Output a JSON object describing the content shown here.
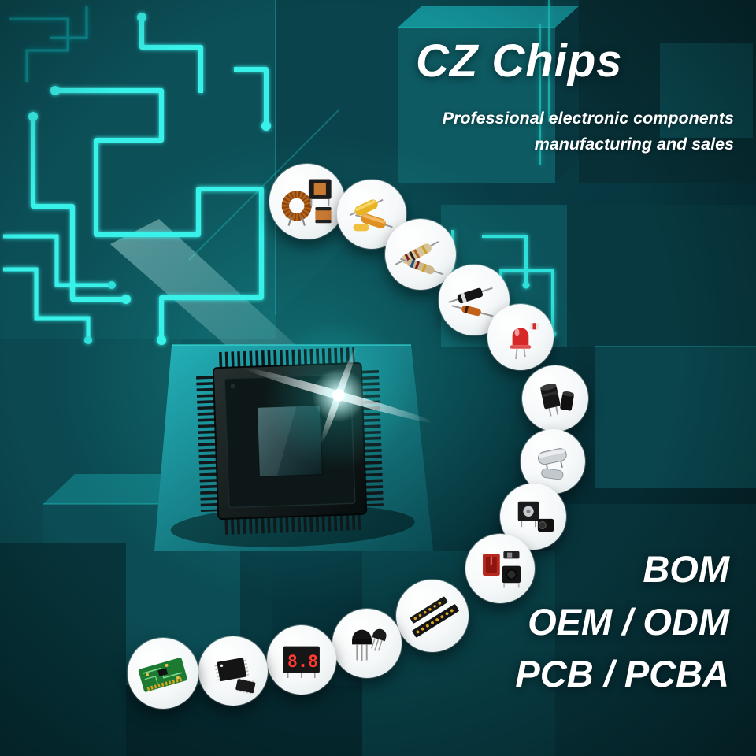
{
  "brand": {
    "title": "CZ Chips",
    "subtitle_line1": "Professional electronic components",
    "subtitle_line2": "manufacturing and sales"
  },
  "services": {
    "line1": "BOM",
    "line2": "OEM / ODM",
    "line3": "PCB / PCBA"
  },
  "colors": {
    "accent_cyan": "#2fe3dc",
    "deep_teal": "#06282c",
    "bubble_background": "#ffffff"
  },
  "component_bubbles": [
    "inductors-and-transformers",
    "film-capacitors",
    "resistors",
    "diodes",
    "leds",
    "electrolytic-capacitors",
    "crystal-oscillators",
    "encoders-and-connectors",
    "switches",
    "pin-headers",
    "transistors",
    "seven-segment-displays",
    "smd-ic-chips",
    "pcb-board"
  ],
  "seven_segment_sample": "8.8"
}
